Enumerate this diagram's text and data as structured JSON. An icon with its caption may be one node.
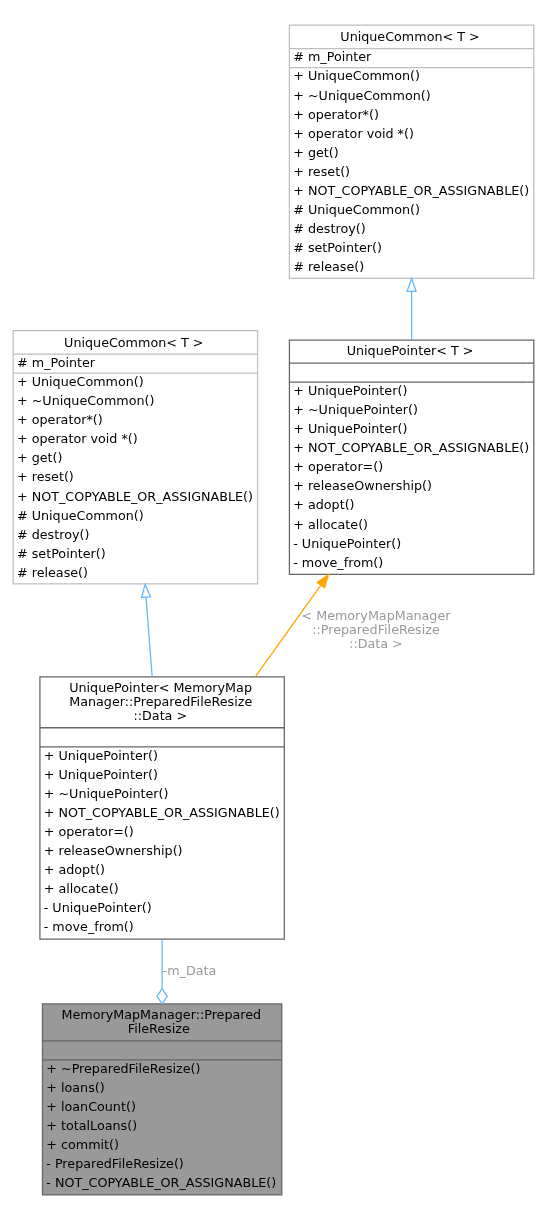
{
  "diagram": {
    "nodes": [
      {
        "text": [
          "UniqueCommon< T >",
          "# m_Pointer",
          "+ UniqueCommon()",
          "+ ~UniqueCommon()",
          "+ operator*()",
          "+ operator void *()",
          "+ get()",
          "+ reset()",
          "+ NOT_COPYABLE_OR_ASSIGNABLE()",
          "# UniqueCommon()",
          "# destroy()",
          "# setPointer()",
          "# release()"
        ]
      },
      {
        "text": [
          "UniqueCommon< T >",
          "# m_Pointer",
          "+ UniqueCommon()",
          "+ ~UniqueCommon()",
          "+ operator*()",
          "+ operator void *()",
          "+ get()",
          "+ reset()",
          "+ NOT_COPYABLE_OR_ASSIGNABLE()",
          "# UniqueCommon()",
          "# destroy()",
          "# setPointer()",
          "# release()"
        ]
      },
      {
        "text": [
          "UniquePointer< T >",
          "+ UniquePointer()",
          "+ ~UniquePointer()",
          "+ UniquePointer()",
          "+ NOT_COPYABLE_OR_ASSIGNABLE()",
          "+ operator=()",
          "+ releaseOwnership()",
          "+ adopt()",
          "+ allocate()",
          "- UniquePointer()",
          "- move_from()"
        ]
      },
      {
        "text": [
          "UniquePointer< MemoryMap Manager::PreparedFileResize ::Data >",
          "+ UniquePointer()",
          "+ UniquePointer()",
          "+ ~UniquePointer()",
          "+ NOT_COPYABLE_OR_ASSIGNABLE()",
          "+ operator=()",
          "+ releaseOwnership()",
          "+ adopt()",
          "+ allocate()",
          "- UniquePointer()",
          "- move_from()"
        ]
      },
      {
        "text": [
          "MemoryMapManager::Prepared FileResize",
          "+ ~PreparedFileResize()",
          "+ loans()",
          "+ loanCount()",
          "+ totalLoans()",
          "+ commit()",
          "- PreparedFileResize()",
          "- NOT_COPYABLE_OR_ASSIGNABLE()"
        ]
      }
    ],
    "edges": [
      {
        "from": 2,
        "to": 0,
        "arrow": "to"
      },
      {
        "from": 3,
        "to": 1,
        "arrow": "to"
      },
      {
        "from": 3,
        "to": 2,
        "arrow": "to",
        "label": "< MemoryMapManager ::PreparedFileResize ::Data >",
        "color": "#ffa500"
      },
      {
        "from": 4,
        "to": 3,
        "arrow": "other",
        "label": "-m_Data"
      }
    ]
  }
}
